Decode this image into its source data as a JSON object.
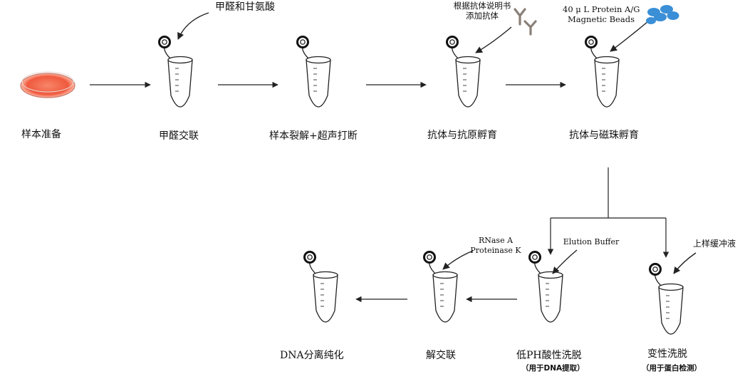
{
  "steps": {
    "prep": "样本准备",
    "crosslink": "甲醛交联",
    "lysis": "样本裂解+超声打断",
    "ab_incubate": "抗体与抗原孵育",
    "bead_incubate": "抗体与磁珠孵育",
    "low_ph_elution": "低PH酸性洗脱",
    "low_ph_note": "（用于DNA提取）",
    "denature_elution": "变性洗脱",
    "denature_note": "（用于蛋白检测）",
    "reverse_crosslink": "解交联",
    "dna_purify": "DNA分离纯化"
  },
  "reagents": {
    "crosslink": "甲醛和甘氨酸",
    "antibody_line1": "根据抗体说明书",
    "antibody_line2": "添加抗体",
    "beads_line1": "40 μ L Protein A/G",
    "beads_line2": "Magnetic Beads",
    "elution_buffer": "Elution Buffer",
    "loading_buffer": "上样缓冲液",
    "enzyme_line1": "RNase A",
    "enzyme_line2": "Proteinase K"
  },
  "colors": {
    "dish_fill": "#f26a4f",
    "beads": "#3a8fd6",
    "antibody": "#8a8078",
    "line": "#222222"
  },
  "icons": {
    "dish": "petri-dish-icon",
    "tube": "microcentrifuge-tube-icon",
    "antibody": "antibody-icon",
    "beads": "magnetic-beads-icon"
  }
}
